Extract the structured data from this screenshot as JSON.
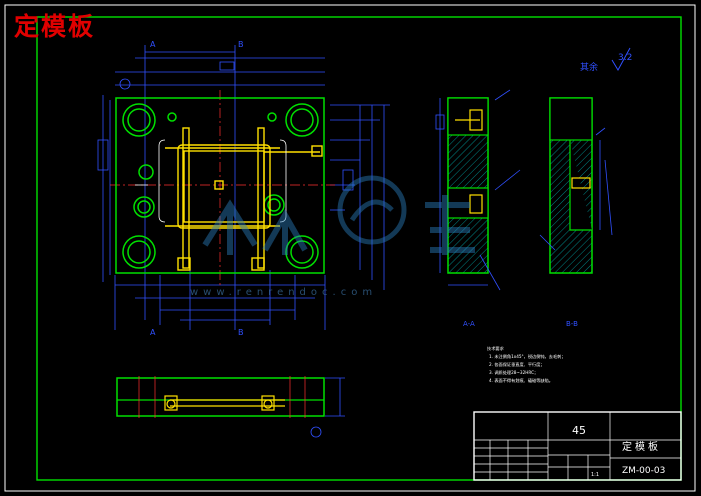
{
  "drawing": {
    "overlay_title": "定模板",
    "roughness_mark": "3.2",
    "other_note": "其余",
    "view_marks": [
      "A",
      "B",
      "A",
      "B"
    ],
    "section_labels": [
      "A-A",
      "B-B"
    ],
    "notes": {
      "heading": "技术要求",
      "lines": [
        "1. 未注倒角1x45°，锐边倒钝，去毛刺；",
        "2. 各面保证垂直度、平行度；",
        "3. 调质处理28~32HRC；",
        "4. 表面不得有划痕、磕碰等缺陷。"
      ]
    },
    "title_block": {
      "material": "45",
      "part_name": "定模板",
      "drawing_number": "ZM-00-03",
      "scale": "1:1"
    },
    "watermark_url": "www.renrendoc.com"
  }
}
